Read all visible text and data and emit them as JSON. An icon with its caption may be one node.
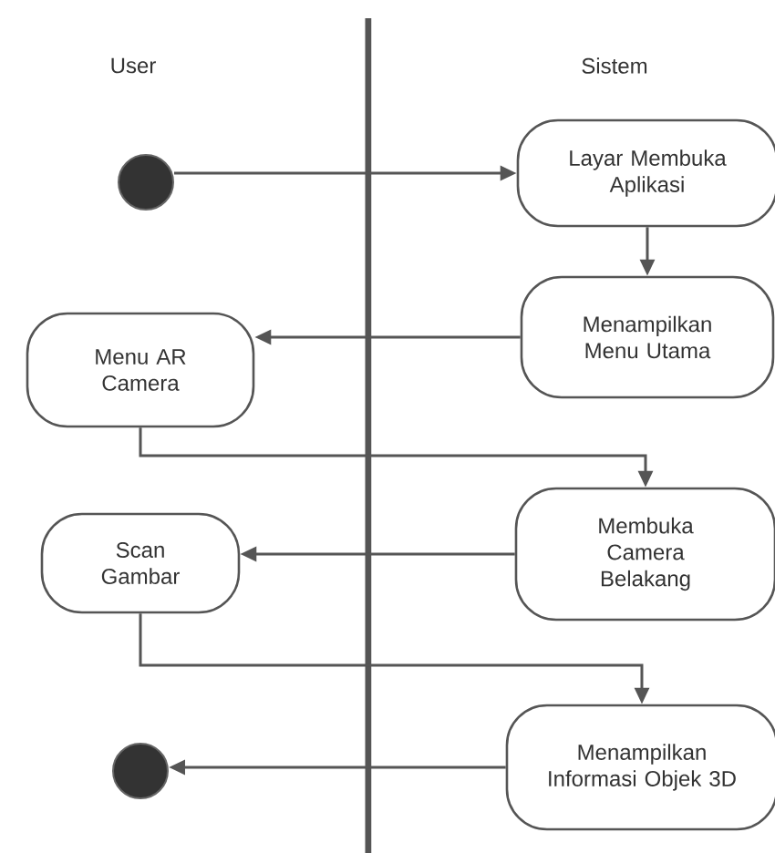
{
  "diagram": {
    "nodes": [
      {
        "text": [],
        "shape": "circle"
      },
      {
        "text": [
          "Layar Membuka Aplikasi"
        ]
      },
      {
        "text": [
          "Menampilkan Menu Utama"
        ]
      },
      {
        "text": [
          "Menu AR Camera"
        ]
      },
      {
        "text": [
          "Membuka Camera Belakang"
        ]
      },
      {
        "text": [
          "Scan Gambar"
        ]
      },
      {
        "text": [
          "Menampilkan Informasi Objek 3D"
        ]
      },
      {
        "text": [],
        "shape": "circle"
      }
    ],
    "edges": [
      {
        "from": 0,
        "to": 1,
        "arrow": "to"
      },
      {
        "from": 1,
        "to": 2,
        "arrow": "to"
      },
      {
        "from": 2,
        "to": 3,
        "arrow": "to"
      },
      {
        "from": 3,
        "to": 4,
        "arrow": "to"
      },
      {
        "from": 4,
        "to": 5,
        "arrow": "to"
      },
      {
        "from": 5,
        "to": 6,
        "arrow": "to"
      },
      {
        "from": 6,
        "to": 7,
        "arrow": "to"
      }
    ],
    "labels": [
      "User",
      "Sistem"
    ]
  }
}
